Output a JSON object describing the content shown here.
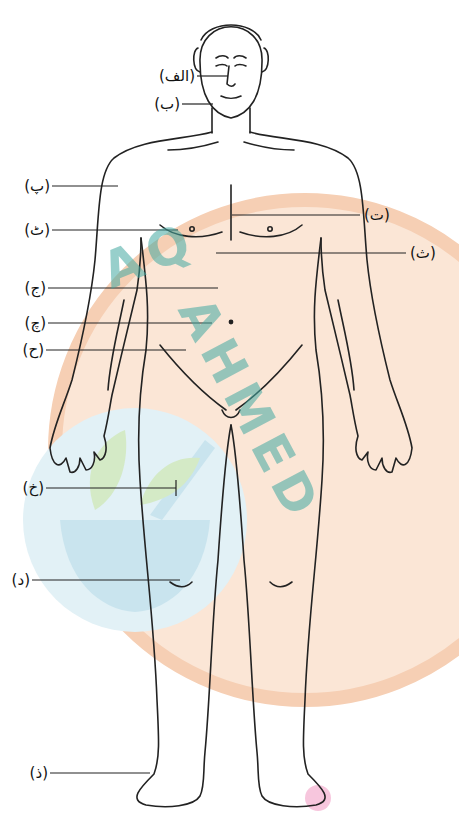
{
  "diagram": {
    "labels": [
      "(الف)",
      "(ب)",
      "(پ)",
      "(ت)",
      "(ٹ)",
      "(ث)",
      "(ج)",
      "(چ)",
      "(ح)",
      "(خ)",
      "(د)",
      "(ذ)",
      "AQ",
      "AHMED"
    ]
  }
}
